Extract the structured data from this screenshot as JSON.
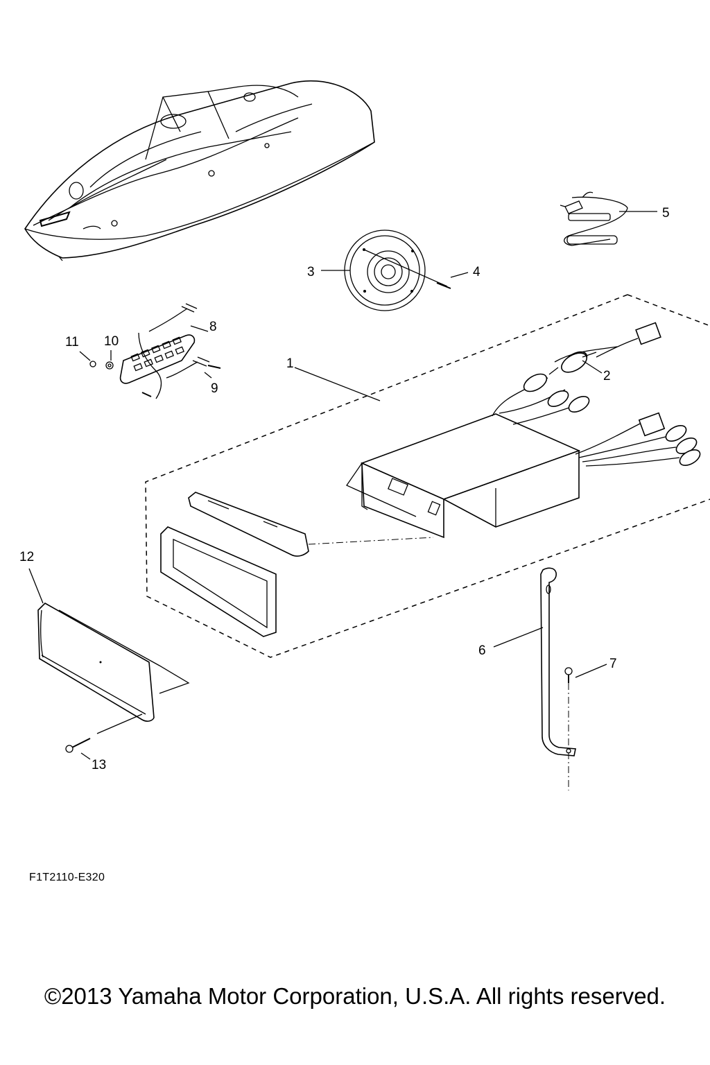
{
  "diagram": {
    "callouts": {
      "c1": "1",
      "c2": "2",
      "c3": "3",
      "c4": "4",
      "c5": "5",
      "c6": "6",
      "c7": "7",
      "c8": "8",
      "c9": "9",
      "c10": "10",
      "c11": "11",
      "c12": "12",
      "c13": "13"
    },
    "drawing_code": "F1T2110-E320",
    "copyright": "©2013 Yamaha Motor Corporation, U.S.A. All rights reserved."
  }
}
